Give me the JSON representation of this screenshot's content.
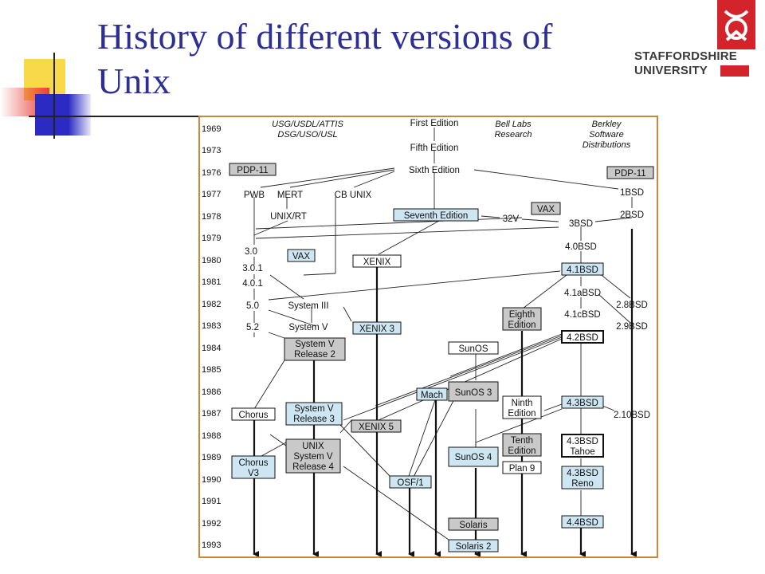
{
  "slide": {
    "title_line1": "History of different versions of",
    "title_line2": "Unix"
  },
  "logo": {
    "line1": "STAFFORDSHIRE",
    "line2": "UNIVERSITY",
    "brand_color": "#d4242b"
  },
  "colors": {
    "title": "#2d2f95",
    "frame": "#c8873a",
    "box_blue": "#cde6f2",
    "box_gray": "#c9c9c9",
    "deco_yellow": "#f7d94a",
    "deco_red": "#e8403a",
    "deco_blue": "#2b2bc4"
  },
  "diagram": {
    "headers": {
      "left1": "USG/USDL/ATTIS",
      "left2": "DSG/USO/USL",
      "bell1": "Bell Labs",
      "bell2": "Research",
      "bsd1": "Berkley",
      "bsd2": "Software",
      "bsd3": "Distributions"
    },
    "years": [
      "1969",
      "1973",
      "1976",
      "1977",
      "1978",
      "1979",
      "1980",
      "1981",
      "1982",
      "1983",
      "1984",
      "1985",
      "1986",
      "1987",
      "1988",
      "1989",
      "1990",
      "1991",
      "1992",
      "1993"
    ],
    "labels": {
      "first_edition": "First Edition",
      "fifth_edition": "Fifth Edition",
      "sixth_edition": "Sixth Edition",
      "pdp11_left": "PDP-11",
      "pdp11_right": "PDP-11",
      "pwb": "PWB",
      "mert": "MERT",
      "cb_unix": "CB UNIX",
      "bsd1": "1BSD",
      "unix_rt": "UNIX/RT",
      "seventh_edition": "Seventh Edition",
      "v32": "32V",
      "vax_right": "VAX",
      "bsd2": "2BSD",
      "bsd3": "3BSD",
      "bsd4_0": "4.0BSD",
      "v3_0": "3.0",
      "vax_left": "VAX",
      "xenix": "XENIX",
      "v3_0_1": "3.0.1",
      "bsd4_1": "4.1BSD",
      "v4_0_1": "4.0.1",
      "bsd4_1a": "4.1aBSD",
      "v5_0": "5.0",
      "system_iii": "System III",
      "bsd2_8": "2.8BSD",
      "eighth_1": "Eighth",
      "eighth_2": "Edition",
      "bsd4_1c": "4.1cBSD",
      "v5_2": "5.2",
      "system_v": "System V",
      "xenix3": "XENIX 3",
      "bsd2_9": "2.9BSD",
      "svr2_1": "System V",
      "svr2_2": "Release 2",
      "sunos": "SunOS",
      "bsd4_2": "4.2BSD",
      "mach": "Mach",
      "sunos3": "SunOS 3",
      "bsd4_3": "4.3BSD",
      "chorus": "Chorus",
      "svr3_1": "System V",
      "svr3_2": "Release 3",
      "ninth_1": "Ninth",
      "ninth_2": "Edition",
      "bsd2_10": "2.10BSD",
      "xenix5": "XENIX 5",
      "svr4_1": "UNIX",
      "svr4_2": "System V",
      "svr4_3": "Release 4",
      "tenth_1": "Tenth",
      "tenth_2": "Edition",
      "tahoe_1": "4.3BSD",
      "tahoe_2": "Tahoe",
      "chorus_v3_1": "Chorus",
      "chorus_v3_2": "V3",
      "sunos4": "SunOS 4",
      "plan9": "Plan 9",
      "reno_1": "4.3BSD",
      "reno_2": "Reno",
      "osf1": "OSF/1",
      "solaris": "Solaris",
      "bsd4_4": "4.4BSD",
      "solaris2": "Solaris 2"
    }
  }
}
